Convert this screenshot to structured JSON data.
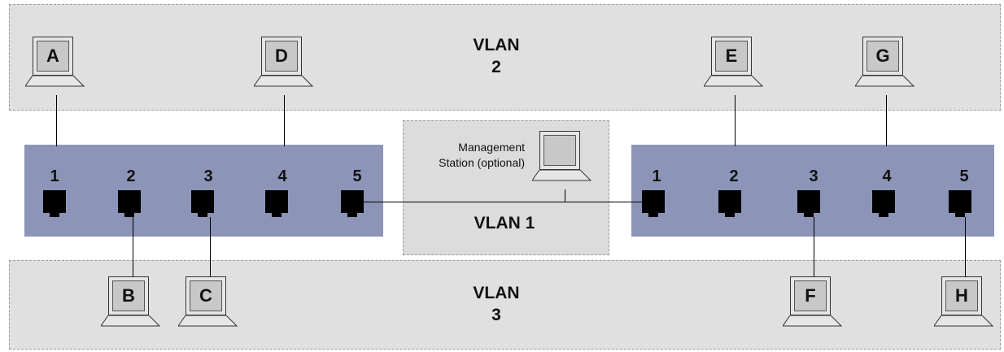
{
  "vlans": {
    "vlan2": {
      "title": "VLAN",
      "number": "2"
    },
    "vlan3": {
      "title": "VLAN",
      "number": "3"
    },
    "vlan1": {
      "label": "VLAN 1"
    }
  },
  "management": {
    "line1": "Management",
    "line2": "Station (optional)"
  },
  "switch_left": {
    "ports": [
      "1",
      "2",
      "3",
      "4",
      "5"
    ]
  },
  "switch_right": {
    "ports": [
      "1",
      "2",
      "3",
      "4",
      "5"
    ]
  },
  "devices": {
    "A": "A",
    "B": "B",
    "C": "C",
    "D": "D",
    "E": "E",
    "F": "F",
    "G": "G",
    "H": "H"
  },
  "colors": {
    "switch": "#8c94b8",
    "vlan_band": "#e0e0e0",
    "port": "#000000"
  }
}
